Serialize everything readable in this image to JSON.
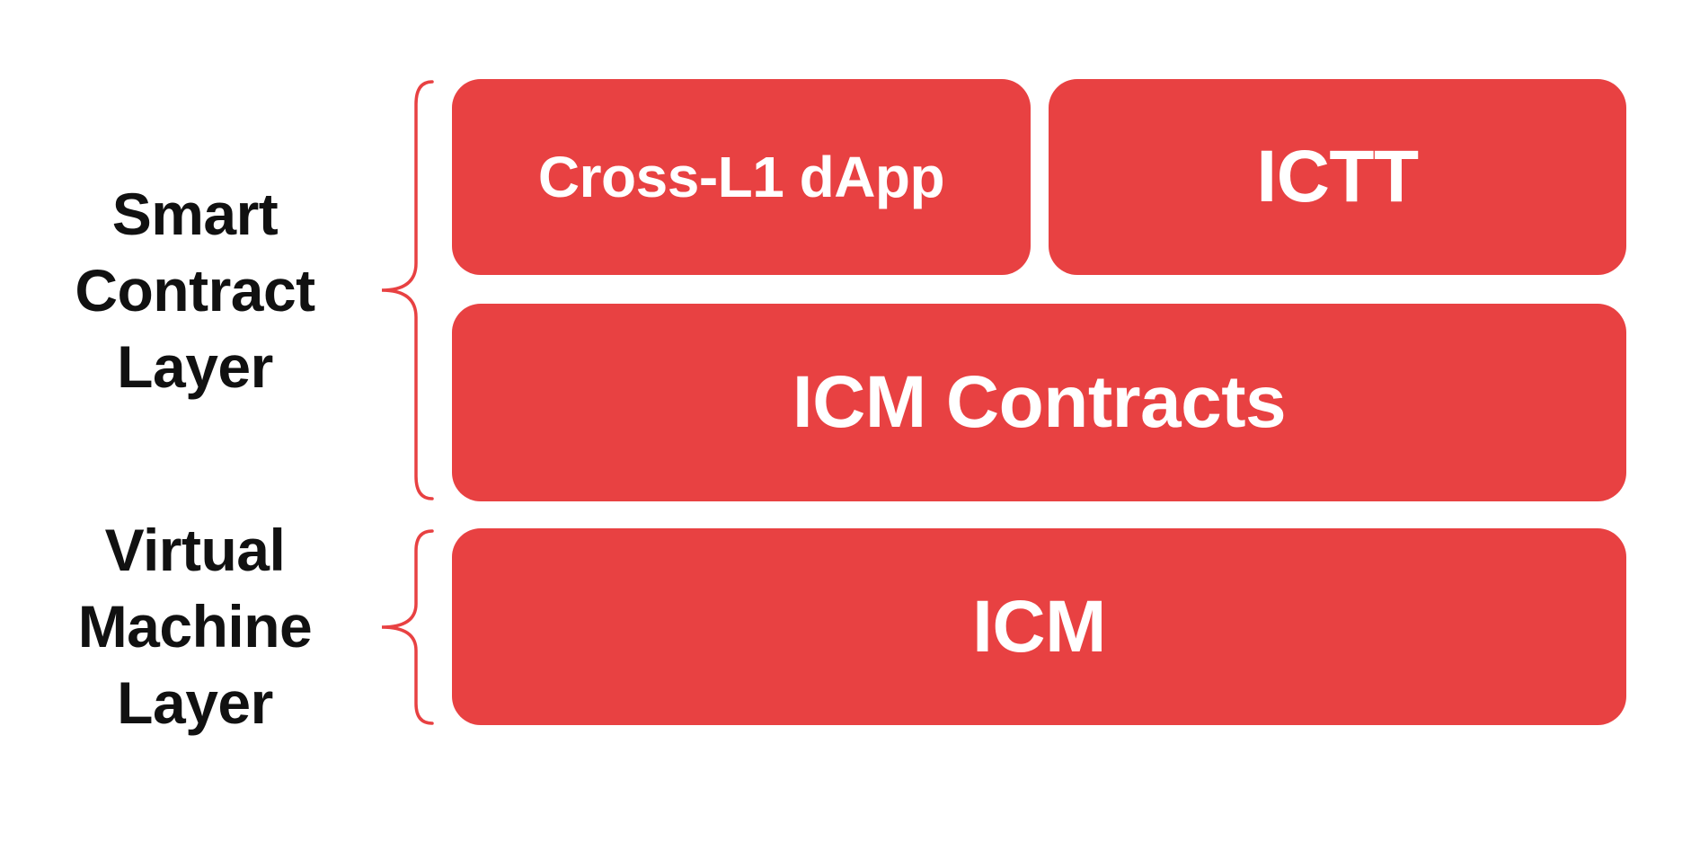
{
  "colors": {
    "accent_red": "#E84142",
    "label_text": "#111111",
    "block_text": "#ffffff",
    "background": "#ffffff"
  },
  "layers": {
    "smart_contract": {
      "label": "Smart\nContract\nLayer"
    },
    "virtual_machine": {
      "label": "Virtual\nMachine\nLayer"
    }
  },
  "blocks": {
    "cross_l1_dapp": "Cross-L1 dApp",
    "ictt": "ICTT",
    "icm_contracts": "ICM Contracts",
    "icm": "ICM"
  }
}
